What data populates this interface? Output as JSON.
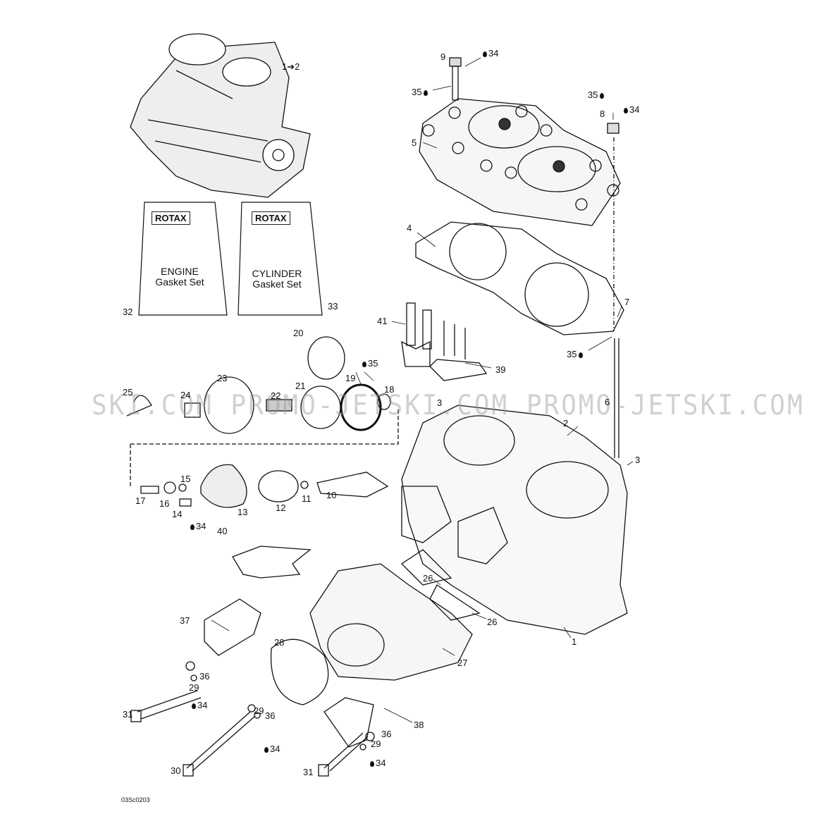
{
  "kits": [
    {
      "brand": "ROTAX",
      "line1": "ENGINE",
      "line2": "Gasket Set"
    },
    {
      "brand": "ROTAX",
      "line1": "CYLINDER",
      "line2": "Gasket Set"
    }
  ],
  "callouts": [
    "1➔2",
    "9",
    "34",
    "35",
    "35",
    "34",
    "8",
    "5",
    "4",
    "32",
    "33",
    "7",
    "35",
    "41",
    "39",
    "20",
    "19",
    "35",
    "18",
    "23",
    "25",
    "24",
    "22",
    "21",
    "3",
    "6",
    "2",
    "3",
    "15",
    "17",
    "16",
    "14",
    "34",
    "13",
    "12",
    "11",
    "10",
    "40",
    "26",
    "26",
    "37",
    "28",
    "27",
    "1",
    "36",
    "29",
    "34",
    "31",
    "29",
    "36",
    "38",
    "36",
    "29",
    "34",
    "34",
    "30",
    "31"
  ],
  "watermark": "SKI.COM PROMO-JETSKI.COM PROMO-JETSKI.COM",
  "diagram_code": "03Sc0203"
}
